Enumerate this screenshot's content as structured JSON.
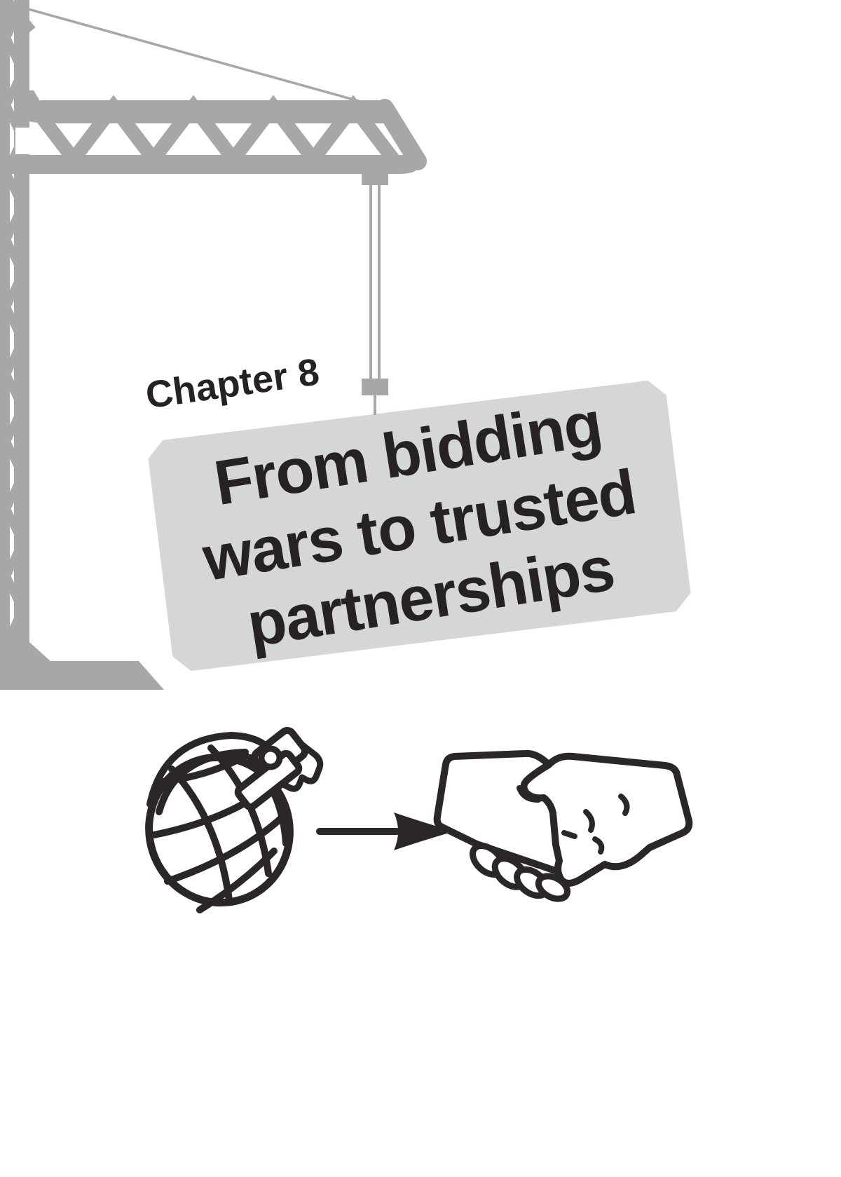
{
  "chapter_label": "Chapter 8",
  "sign": {
    "title_lines": [
      "From bidding",
      "wars to trusted",
      "partnerships"
    ]
  },
  "colors": {
    "page_bg": "#ffffff",
    "crane": "#a6a7a9",
    "sign_bg": "#d4d6d7",
    "text": "#262223",
    "ink": "#2b2627"
  },
  "icons": [
    "crane-illustration",
    "grenade-icon",
    "arrow-right-icon",
    "handshake-icon"
  ]
}
